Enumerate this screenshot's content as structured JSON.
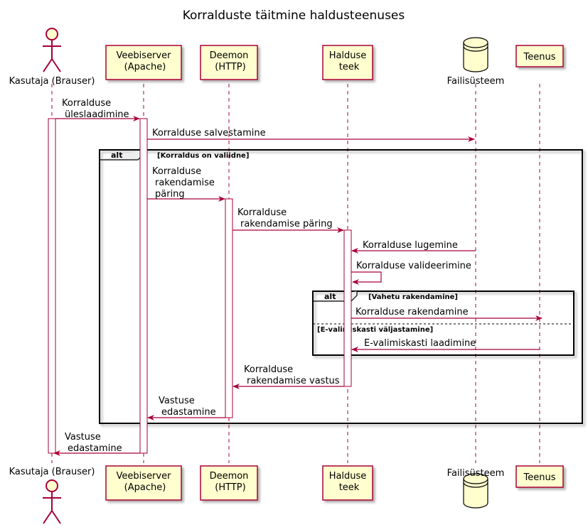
{
  "title": "Korralduste täitmine haldusteenuses",
  "colors": {
    "arrow": "#A80036",
    "participant_fill": "#FEFECE",
    "participant_stroke": "#A80036",
    "frame": "#000000",
    "activation_fill": "#ffffff"
  },
  "participants": [
    {
      "id": "user",
      "kind": "actor",
      "lines": [
        "Kasutaja (Brauser)"
      ]
    },
    {
      "id": "web",
      "kind": "box",
      "lines": [
        "Veebiserver",
        "(Apache)"
      ]
    },
    {
      "id": "daemon",
      "kind": "box",
      "lines": [
        "Deemon",
        "(HTTP)"
      ]
    },
    {
      "id": "lib",
      "kind": "box",
      "lines": [
        "Halduse",
        "teek"
      ]
    },
    {
      "id": "fs",
      "kind": "database",
      "lines": [
        "Failisüsteem"
      ]
    },
    {
      "id": "svc",
      "kind": "box",
      "lines": [
        "Teenus"
      ]
    }
  ],
  "messages": [
    {
      "from": "user",
      "to": "web",
      "lines": [
        "Korralduse",
        "üleslaadimine"
      ]
    },
    {
      "from": "web",
      "to": "fs",
      "lines": [
        "Korralduse salvestamine"
      ]
    },
    {
      "from": "web",
      "to": "daemon",
      "lines": [
        "Korralduse",
        "rakendamise",
        "päring"
      ]
    },
    {
      "from": "daemon",
      "to": "lib",
      "lines": [
        "Korralduse",
        "rakendamise päring"
      ]
    },
    {
      "from": "fs",
      "to": "lib",
      "lines": [
        "Korralduse lugemine"
      ]
    },
    {
      "from": "lib",
      "to": "lib",
      "lines": [
        "Korralduse valideerimine"
      ]
    },
    {
      "from": "lib",
      "to": "svc",
      "lines": [
        "Korralduse rakendamine"
      ]
    },
    {
      "from": "svc",
      "to": "lib",
      "lines": [
        "E-valimiskasti laadimine"
      ]
    },
    {
      "from": "lib",
      "to": "daemon",
      "lines": [
        "Korralduse",
        "rakendamise vastus"
      ]
    },
    {
      "from": "daemon",
      "to": "web",
      "lines": [
        "Vastuse",
        "edastamine"
      ]
    },
    {
      "from": "web",
      "to": "user",
      "lines": [
        "Vastuse",
        "edastamine"
      ]
    }
  ],
  "fragments": [
    {
      "keyword": "alt",
      "guards": [
        "[Korraldus on valiidne]"
      ]
    },
    {
      "keyword": "alt",
      "guards": [
        "[Vahetu rakendamine]",
        "[E-valimiskasti väljastamine]"
      ]
    }
  ]
}
